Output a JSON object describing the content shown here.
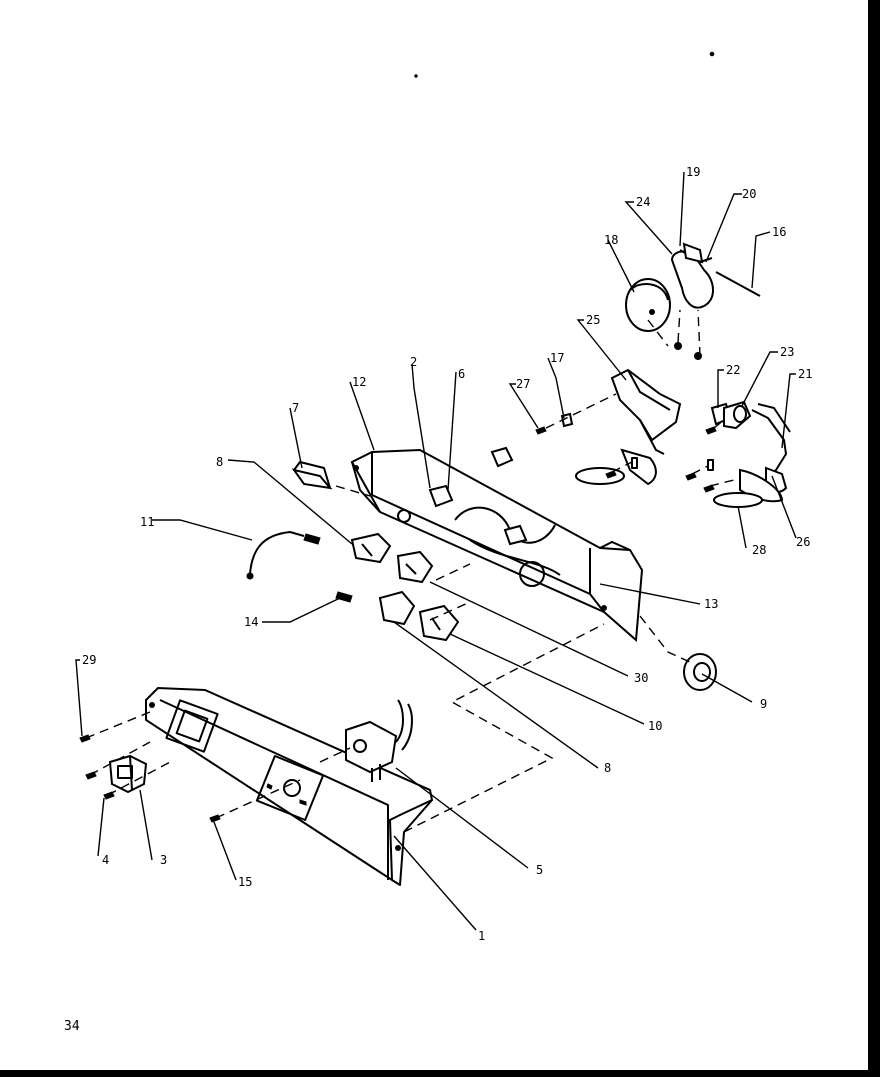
{
  "page_number": "34",
  "callouts": [
    {
      "id": "c1",
      "label": "1"
    },
    {
      "id": "c2",
      "label": "2"
    },
    {
      "id": "c3",
      "label": "3"
    },
    {
      "id": "c4",
      "label": "4"
    },
    {
      "id": "c5",
      "label": "5"
    },
    {
      "id": "c6",
      "label": "6"
    },
    {
      "id": "c7",
      "label": "7"
    },
    {
      "id": "c8a",
      "label": "8"
    },
    {
      "id": "c8b",
      "label": "8"
    },
    {
      "id": "c9",
      "label": "9"
    },
    {
      "id": "c10",
      "label": "10"
    },
    {
      "id": "c11",
      "label": "11"
    },
    {
      "id": "c12",
      "label": "12"
    },
    {
      "id": "c13",
      "label": "13"
    },
    {
      "id": "c14",
      "label": "14"
    },
    {
      "id": "c15",
      "label": "15"
    },
    {
      "id": "c16",
      "label": "16"
    },
    {
      "id": "c17",
      "label": "17"
    },
    {
      "id": "c18",
      "label": "18"
    },
    {
      "id": "c19",
      "label": "19"
    },
    {
      "id": "c20",
      "label": "20"
    },
    {
      "id": "c21",
      "label": "21"
    },
    {
      "id": "c22",
      "label": "22"
    },
    {
      "id": "c23",
      "label": "23"
    },
    {
      "id": "c24",
      "label": "24"
    },
    {
      "id": "c25",
      "label": "25"
    },
    {
      "id": "c26",
      "label": "26"
    },
    {
      "id": "c27",
      "label": "27"
    },
    {
      "id": "c28",
      "label": "28"
    },
    {
      "id": "c29",
      "label": "29"
    },
    {
      "id": "c30",
      "label": "30"
    }
  ]
}
